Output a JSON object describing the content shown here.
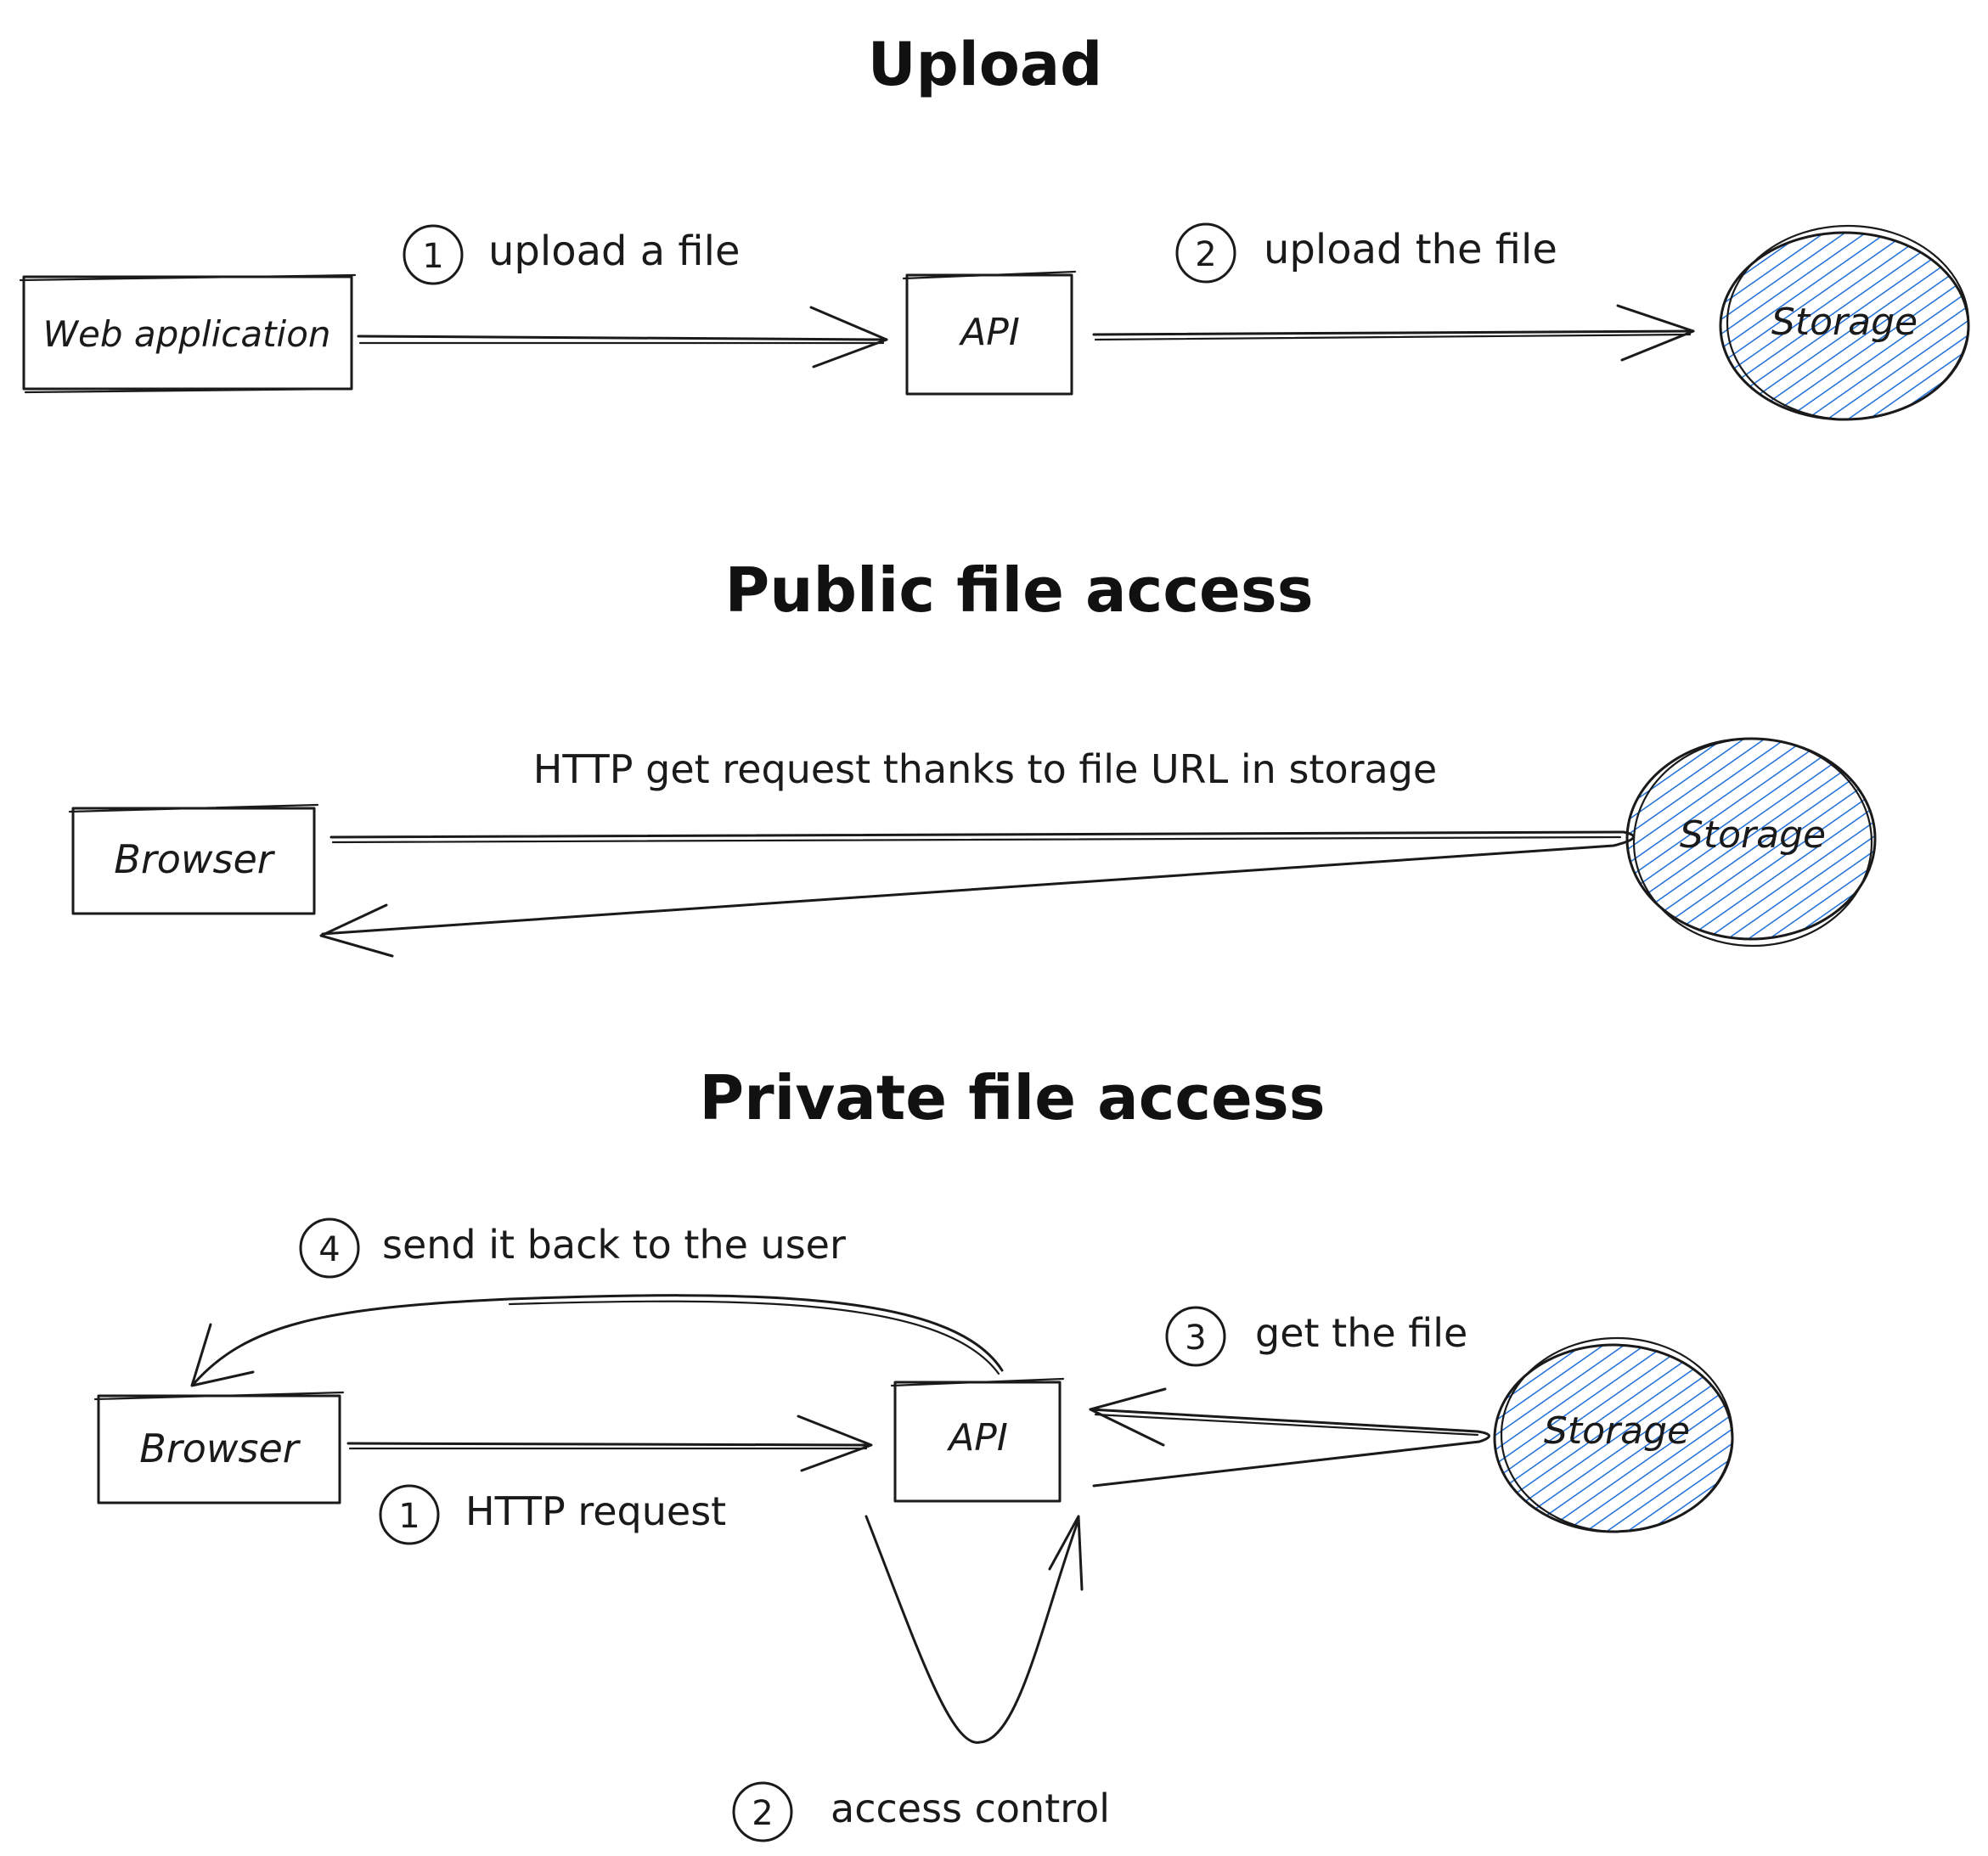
{
  "sections": {
    "upload": {
      "title": "Upload",
      "web_app_label": "Web application",
      "api_label": "API",
      "storage_label": "Storage",
      "step1_number": "1",
      "step1_label": "upload a file",
      "step2_number": "2",
      "step2_label": "upload the file"
    },
    "public": {
      "title": "Public file access",
      "browser_label": "Browser",
      "storage_label": "Storage",
      "arrow_label": "HTTP get request thanks to file URL in storage"
    },
    "private": {
      "title": "Private file access",
      "browser_label": "Browser",
      "api_label": "API",
      "storage_label": "Storage",
      "step1_number": "1",
      "step1_label": "HTTP request",
      "step2_number": "2",
      "step2_label": "access control",
      "step3_number": "3",
      "step3_label": "get the file",
      "step4_number": "4",
      "step4_label": "send it back to the user"
    }
  },
  "colors": {
    "ink": "#1a1a1a",
    "storage_hatch": "#1e6fd9"
  }
}
